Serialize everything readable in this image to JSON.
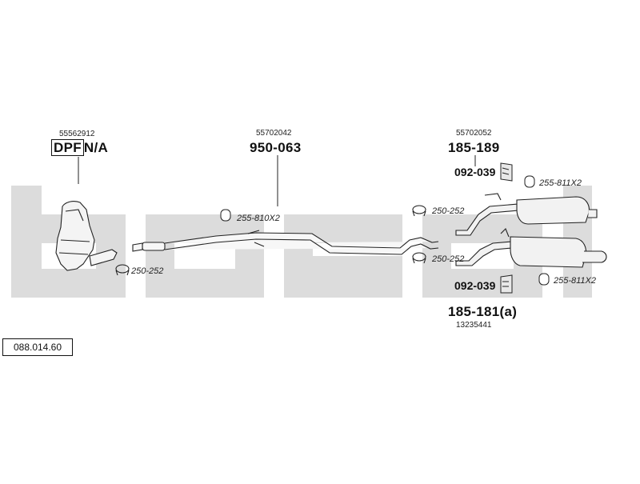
{
  "watermark": "bosal",
  "diagram_ref": "088.014.60",
  "parts": {
    "dpf": {
      "oem": "55562912",
      "label_boxed": "DPF",
      "label_rest": "N/A"
    },
    "center_pipe": {
      "oem": "55702042",
      "part": "950-063",
      "clamp": "255-810X2"
    },
    "dpf_clamp": {
      "part": "250-252"
    },
    "rear_upper": {
      "oem": "55702052",
      "part": "185-189",
      "mount": "092-039",
      "clamp": "255-811X2",
      "gasket": "250-252"
    },
    "rear_lower": {
      "oem": "13235441",
      "part": "185-181(a)",
      "mount": "092-039",
      "clamp": "255-811X2",
      "gasket": "250-252"
    }
  }
}
